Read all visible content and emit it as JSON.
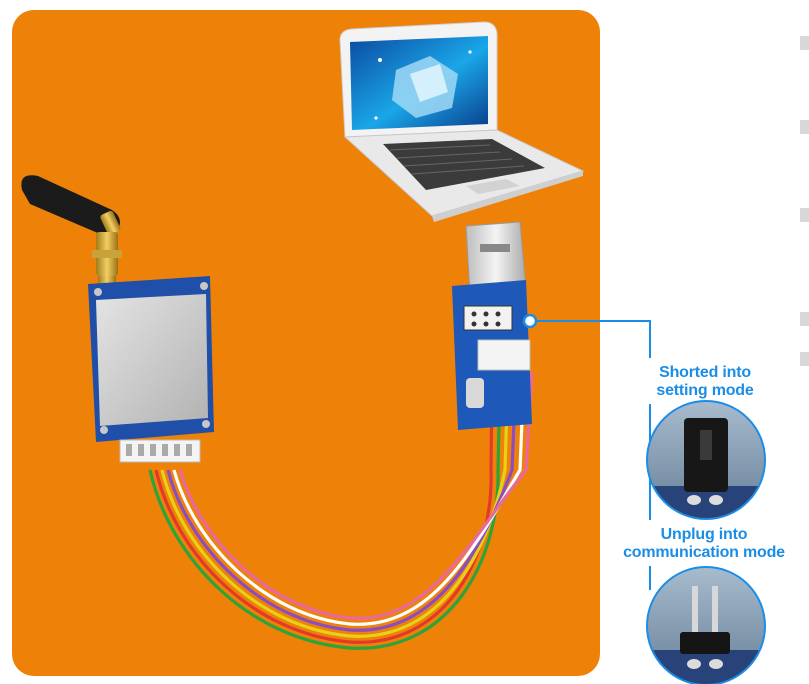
{
  "annotations": {
    "shorted_line1": "Shorted into",
    "shorted_line2": "setting mode",
    "unplug_line1": "Unplug into",
    "unplug_line2": "communication mode"
  },
  "colors": {
    "panel": "#ee8208",
    "accent": "#1a8ee6",
    "board": "#1f4fa8",
    "shield": "#c9c9c9"
  },
  "icons": [
    "laptop-icon",
    "antenna-icon",
    "rf-module-icon",
    "usb-adapter-icon",
    "jumper-shorted-icon",
    "jumper-open-icon"
  ]
}
